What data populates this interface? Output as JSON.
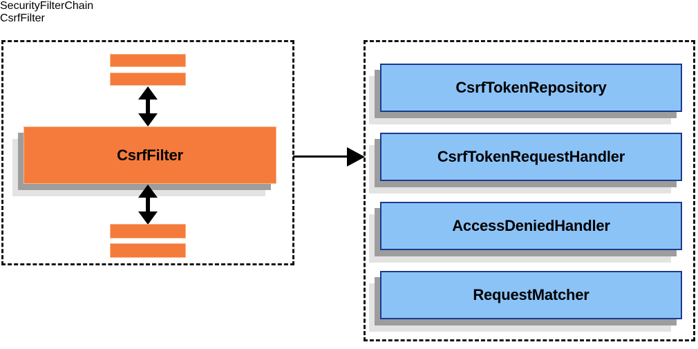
{
  "diagram": {
    "left_panel": {
      "title": "SecurityFilterChain",
      "container_name": "security-filter-chain-container",
      "top_bars": [
        {
          "name": "filter-bar-top-1"
        },
        {
          "name": "filter-bar-top-2"
        }
      ],
      "main_box": {
        "label": "CsrfFilter",
        "fill_color": "#f47b3c"
      },
      "bottom_bars": [
        {
          "name": "filter-bar-bottom-1"
        },
        {
          "name": "filter-bar-bottom-2"
        }
      ],
      "arrows": [
        {
          "name": "bidirectional-arrow-above-csrffilter",
          "direction": "vertical-both"
        },
        {
          "name": "bidirectional-arrow-below-csrffilter",
          "direction": "vertical-both"
        }
      ]
    },
    "connector": {
      "name": "chain-to-filter-arrow",
      "direction": "right"
    },
    "right_panel": {
      "title": "CsrfFilter",
      "container_name": "csrffilter-container",
      "components": [
        {
          "label": "CsrfTokenRepository"
        },
        {
          "label": "CsrfTokenRequestHandler"
        },
        {
          "label": "AccessDeniedHandler"
        },
        {
          "label": "RequestMatcher"
        }
      ],
      "component_fill_color": "#8cc3f7",
      "component_border_color": "#1b3a8f"
    },
    "palette": {
      "orange": "#f47b3c",
      "blue": "#8cc3f7",
      "shadow_dark": "#9d9d9d",
      "shadow_light": "#e3e3e3",
      "outline": "#111111"
    }
  }
}
